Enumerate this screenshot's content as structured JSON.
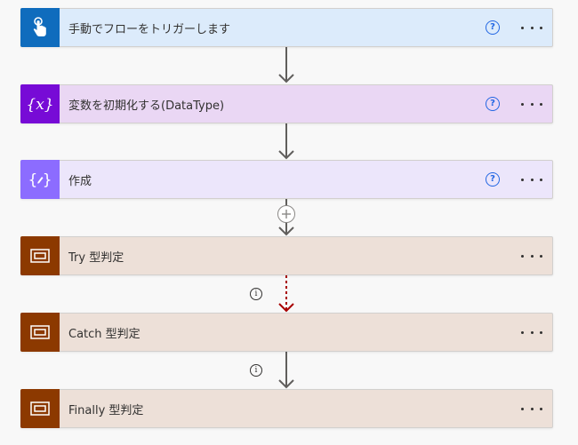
{
  "flow": {
    "steps": [
      {
        "title": "手動でフローをトリガーします",
        "icon": "touch-hand-icon",
        "has_help": true
      },
      {
        "title": "変数を初期化する(DataType)",
        "icon": "variable-icon",
        "has_help": true
      },
      {
        "title": "作成",
        "icon": "compose-icon",
        "has_help": true
      },
      {
        "title": "Try 型判定",
        "icon": "scope-icon",
        "has_help": false
      },
      {
        "title": "Catch 型判定",
        "icon": "scope-icon",
        "has_help": false
      },
      {
        "title": "Finally 型判定",
        "icon": "scope-icon",
        "has_help": false
      }
    ],
    "help_glyph": "?",
    "info_glyph": "i",
    "colors": {
      "trigger_accent": "#0f6cbd",
      "variable_accent": "#770bd6",
      "compose_accent": "#8c6cff",
      "scope_accent": "#8c3900",
      "failure_connector": "#a80000",
      "help_blue": "#2266e3"
    }
  }
}
